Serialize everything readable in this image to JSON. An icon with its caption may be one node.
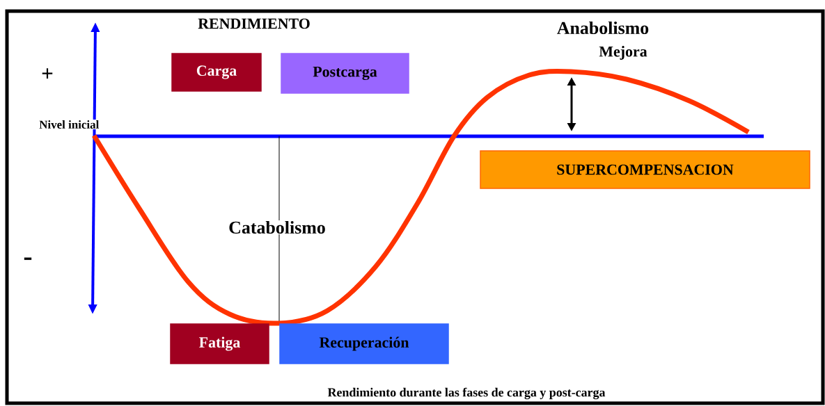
{
  "diagram": {
    "caption": "Rendimiento durante las fases de carga y post-carga",
    "nodes": [
      {
        "text": [
          "Carga"
        ]
      },
      {
        "text": [
          "Postcarga"
        ]
      },
      {
        "text": [
          "SUPERCOMPENSACION"
        ]
      },
      {
        "text": [
          "Fatiga"
        ]
      },
      {
        "text": [
          "Recuperación"
        ]
      }
    ],
    "edges": [],
    "labels": [
      "RENDIMIENTO",
      "Anabolismo",
      "+",
      "Mejora",
      "Nivel inicial",
      "Catabolismo",
      "-"
    ]
  }
}
